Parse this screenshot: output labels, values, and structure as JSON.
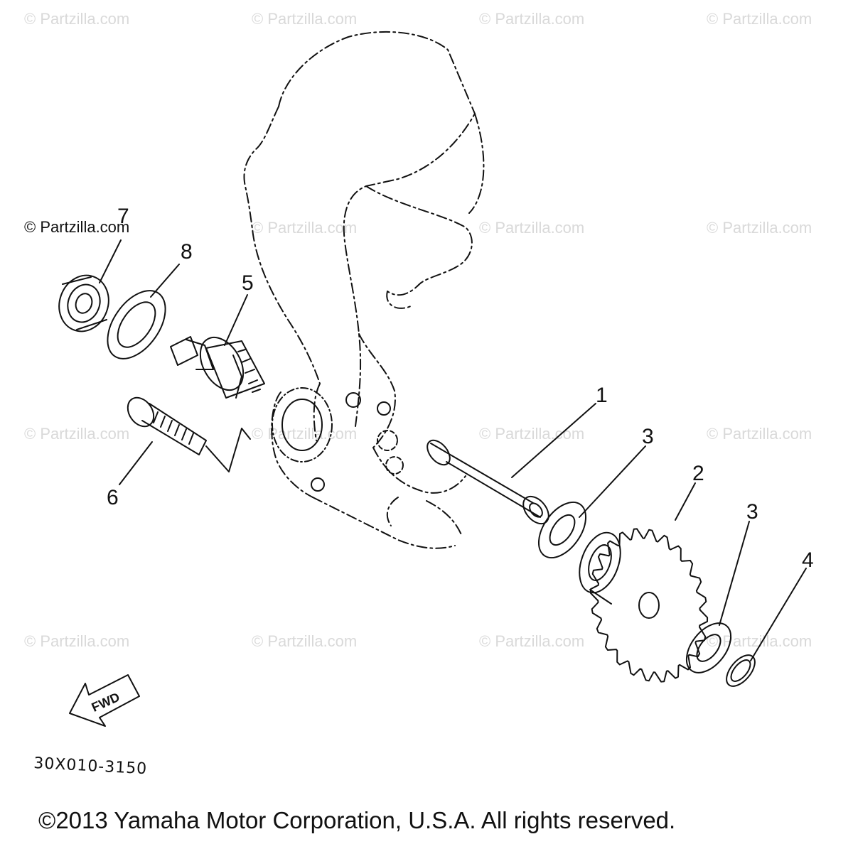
{
  "watermark": {
    "text": "© Partzilla.com",
    "primary": "© Partzilla.com"
  },
  "callouts": {
    "p1": "1",
    "p2": "2",
    "p3a": "3",
    "p3b": "3",
    "p4": "4",
    "p5": "5",
    "p6": "6",
    "p7": "7",
    "p8": "8"
  },
  "fwd_label": "FWD",
  "part_code": "30X010-3150",
  "copyright": "©2013 Yamaha Motor Corporation, U.S.A. All rights reserved.",
  "colors": {
    "ink": "#111111",
    "watermark": "#d9d9d9",
    "background": "#ffffff"
  }
}
